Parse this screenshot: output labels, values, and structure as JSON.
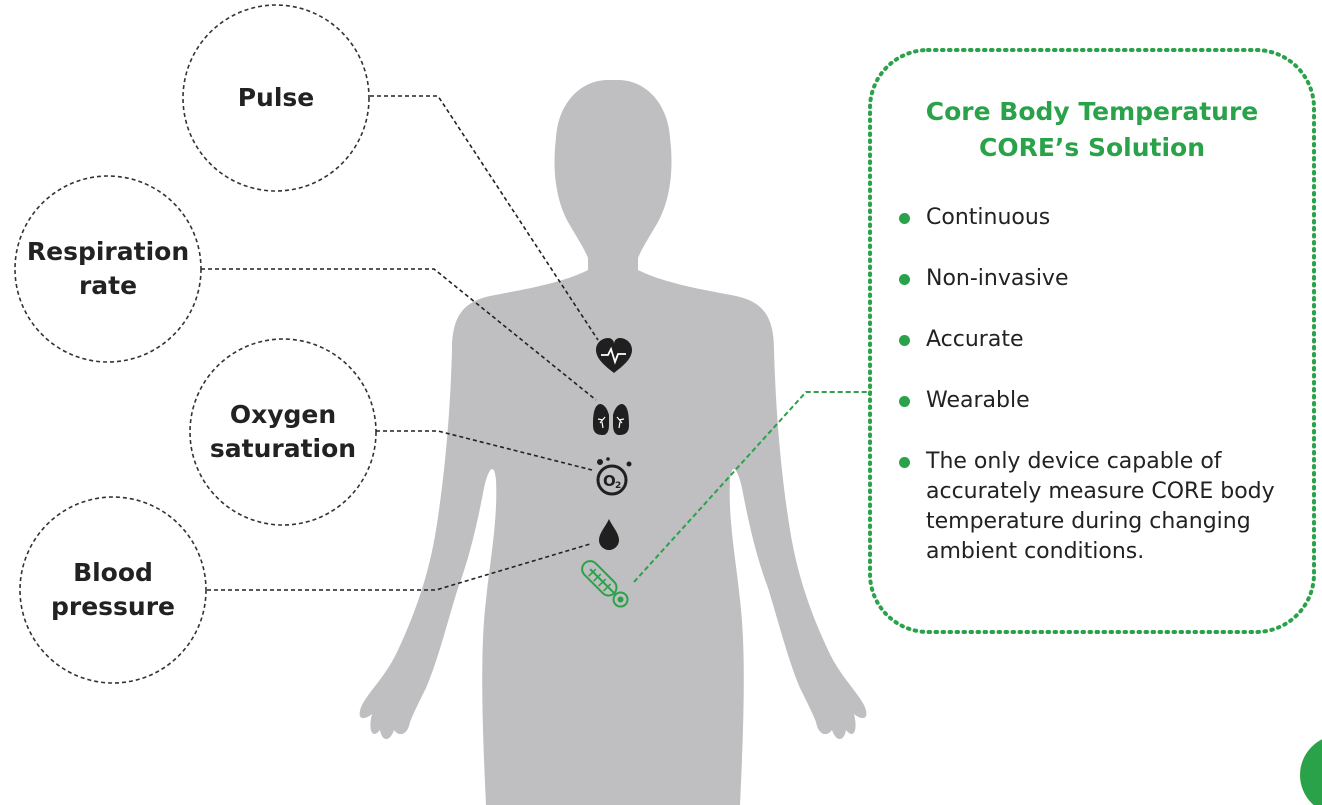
{
  "colors": {
    "accent": "#2aa24a",
    "silhouette": "#bfbfc1",
    "icon": "#1f1f1f",
    "text": "#222222"
  },
  "measurements": [
    {
      "label": "Pulse",
      "icon": "heart-pulse-icon"
    },
    {
      "label": "Respiration\nrate",
      "icon": "lungs-icon"
    },
    {
      "label": "Oxygen\nsaturation",
      "icon": "o2-icon"
    },
    {
      "label": "Blood\npressure",
      "icon": "blood-drop-icon"
    }
  ],
  "solution": {
    "title_line1": "Core Body Temperature",
    "title_line2": "CORE’s Solution",
    "icon": "thermometer-icon",
    "bullets": [
      "Continuous",
      "Non-invasive",
      "Accurate",
      "Wearable",
      "The only device capable of accurately measure CORE body temperature during changing ambient conditions."
    ]
  }
}
